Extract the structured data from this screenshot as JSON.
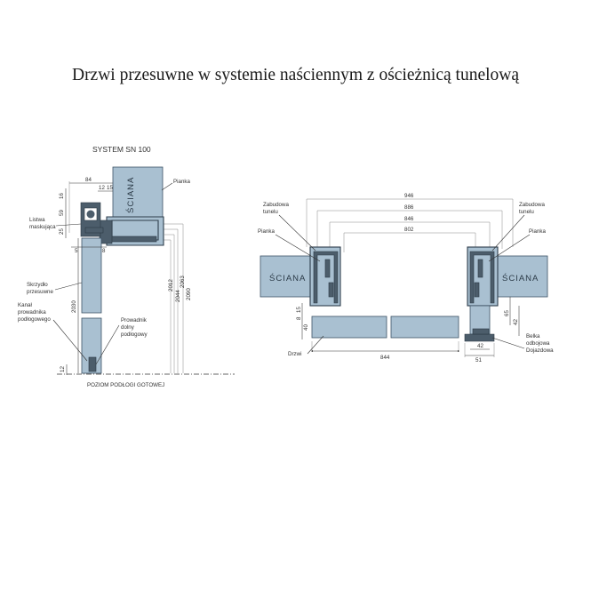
{
  "title": "Drzwi przesuwne w systemie naściennym z ościeżnicą tunelową",
  "left": {
    "system": "SYSTEM SN 100",
    "wall": "ŚCIANA",
    "labels": {
      "pianka": "Pianka",
      "listwa": [
        "Listwa",
        "maskująca"
      ],
      "skrzydlo": [
        "Skrzydło",
        "przesuwne"
      ],
      "kanal": [
        "Kanał",
        "prowadnika",
        "podłogowego"
      ],
      "prowadnik": [
        "Prowadnik",
        "dolny",
        "podłogowy"
      ],
      "floor": "POZIOM PODŁOGI GOTOWEJ"
    },
    "dims": {
      "w84": "84",
      "w12": "12",
      "w15": "15",
      "v16": "16",
      "v59": "59",
      "v25": "25",
      "h5": "5",
      "h8": "8",
      "v2030": "2030",
      "v12": "12",
      "v2012": "2012",
      "v2044": "2044",
      "v2063": "2063",
      "v2090": "2090"
    }
  },
  "right": {
    "wall_left": "ŚCIANA",
    "wall_right": "ŚCIANA",
    "labels": {
      "zabudowa_l": [
        "Zabudowa",
        "tunelu"
      ],
      "zabudowa_r": [
        "Zabudowa",
        "tunelu"
      ],
      "pianka_l": "Pianka",
      "pianka_r": "Pianka",
      "drzwi": "Drzwi",
      "belka": [
        "Belka",
        "odbojowa",
        "Dojazdowa"
      ]
    },
    "dims": {
      "d946": "946",
      "d886": "886",
      "d846": "846",
      "d802": "802",
      "d844": "844",
      "d15": "15",
      "d8": "8",
      "d40": "40",
      "d65": "65",
      "d42v": "42",
      "d42h": "42",
      "d51": "51"
    }
  }
}
